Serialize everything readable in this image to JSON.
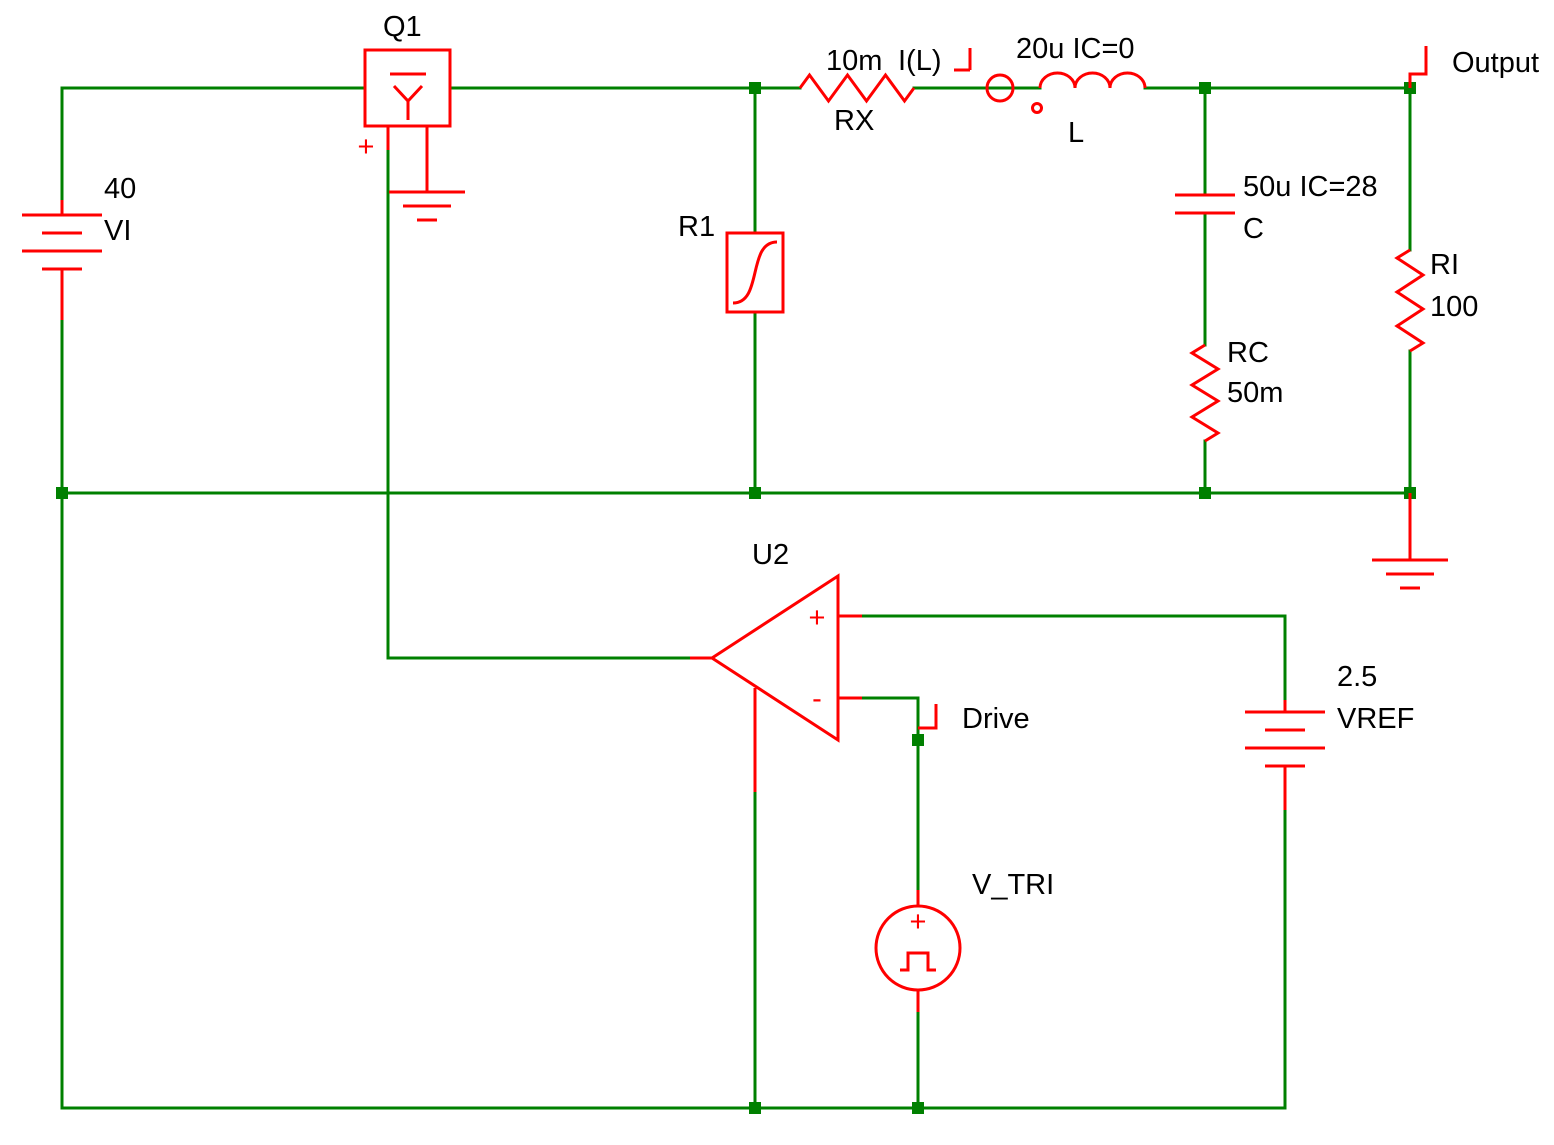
{
  "colors": {
    "wire_green": "#008000",
    "component_red": "#FF0000",
    "junction_green": "#008000",
    "label_black": "#000000",
    "background": "#FFFFFF"
  },
  "components": {
    "q1": {
      "ref": "Q1",
      "plus": "+"
    },
    "vi": {
      "value": "40",
      "ref": "VI"
    },
    "rx": {
      "value": "10m",
      "ref": "RX"
    },
    "il_probe": {
      "label": "I(L)"
    },
    "l": {
      "value": "20u IC=0",
      "ref": "L"
    },
    "c": {
      "value": "50u IC=28",
      "ref": "C"
    },
    "rc": {
      "ref": "RC",
      "value": "50m"
    },
    "ri": {
      "ref": "RI",
      "value": "100"
    },
    "r1": {
      "ref": "R1"
    },
    "u2": {
      "ref": "U2",
      "plus_input": "+",
      "minus_input": "-"
    },
    "vref": {
      "value": "2.5",
      "ref": "VREF"
    },
    "vtri": {
      "ref": "V_TRI",
      "plus": "+"
    }
  },
  "flags": {
    "output": "Output",
    "drive": "Drive"
  }
}
